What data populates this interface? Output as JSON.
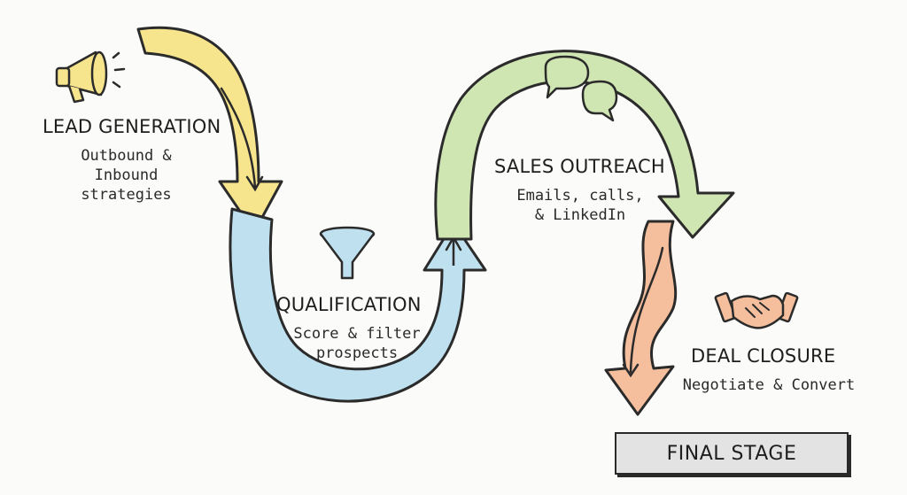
{
  "stages": [
    {
      "title": "LEAD GENERATION",
      "desc": [
        "Outbound &",
        "Inbound",
        "strategies"
      ],
      "icon": "megaphone-icon",
      "color": "#f7e58d"
    },
    {
      "title": "QUALIFICATION",
      "desc": [
        "Score & filter",
        "prospects"
      ],
      "icon": "funnel-icon",
      "color": "#bfe0ee"
    },
    {
      "title": "SALES OUTREACH",
      "desc": [
        "Emails, calls,",
        "& LinkedIn"
      ],
      "icon": "chat-bubbles-icon",
      "color": "#cfe5b2"
    },
    {
      "title": "DEAL CLOSURE",
      "desc": [
        "Negotiate & Convert"
      ],
      "icon": "handshake-icon",
      "color": "#f5bf9e"
    }
  ],
  "final_stage": "FINAL STAGE"
}
